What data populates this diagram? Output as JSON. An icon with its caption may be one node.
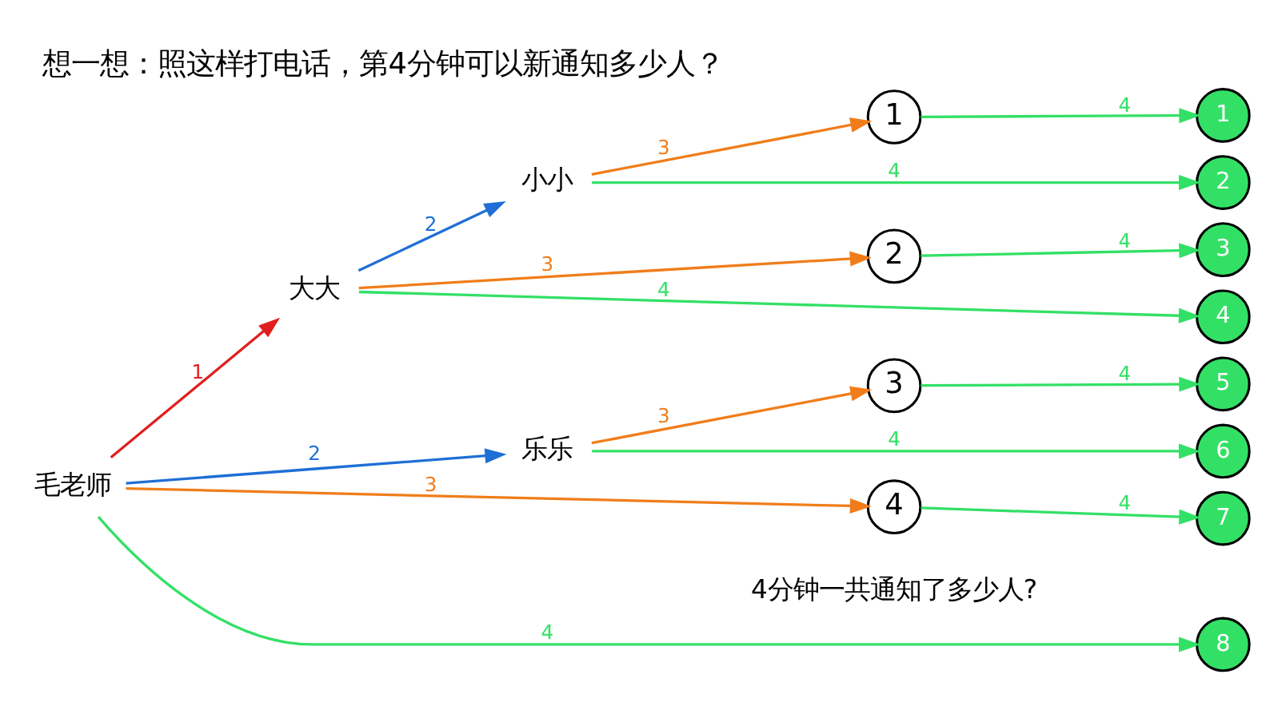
{
  "diagram": {
    "title": "想一想：照这样打电话，第4分钟可以新通知多少人？",
    "nodes": [
      {
        "text": [
          "毛老师"
        ]
      },
      {
        "text": [
          "大大"
        ]
      },
      {
        "text": [
          "小小"
        ]
      },
      {
        "text": [
          "乐乐"
        ]
      },
      {
        "text": [
          "1"
        ]
      },
      {
        "text": [
          "2"
        ]
      },
      {
        "text": [
          "3"
        ]
      },
      {
        "text": [
          "4"
        ]
      },
      {
        "text": [
          "1"
        ]
      },
      {
        "text": [
          "2"
        ]
      },
      {
        "text": [
          "3"
        ]
      },
      {
        "text": [
          "4"
        ]
      },
      {
        "text": [
          "5"
        ]
      },
      {
        "text": [
          "6"
        ]
      },
      {
        "text": [
          "7"
        ]
      },
      {
        "text": [
          "8"
        ]
      }
    ],
    "edges": [
      {
        "from": 0,
        "to": 1,
        "arrow": "to",
        "label": "1",
        "color": "#e02020"
      },
      {
        "from": 1,
        "to": 2,
        "arrow": "to",
        "label": "2",
        "color": "#1f6fd6"
      },
      {
        "from": 0,
        "to": 3,
        "arrow": "to",
        "label": "2",
        "color": "#1f6fd6"
      },
      {
        "from": 2,
        "to": 4,
        "arrow": "to",
        "label": "3",
        "color": "#f07d1a"
      },
      {
        "from": 1,
        "to": 5,
        "arrow": "to",
        "label": "3",
        "color": "#f07d1a"
      },
      {
        "from": 3,
        "to": 6,
        "arrow": "to",
        "label": "3",
        "color": "#f07d1a"
      },
      {
        "from": 0,
        "to": 7,
        "arrow": "to",
        "label": "3",
        "color": "#f07d1a"
      },
      {
        "from": 4,
        "to": 8,
        "arrow": "to",
        "label": "4"
      },
      {
        "from": 2,
        "to": 9,
        "arrow": "to",
        "label": "4"
      },
      {
        "from": 5,
        "to": 10,
        "arrow": "to",
        "label": "4"
      },
      {
        "from": 1,
        "to": 11,
        "arrow": "to",
        "label": "4"
      },
      {
        "from": 6,
        "to": 12,
        "arrow": "to",
        "label": "4"
      },
      {
        "from": 3,
        "to": 13,
        "arrow": "to",
        "label": "4"
      },
      {
        "from": 7,
        "to": 14,
        "arrow": "to",
        "label": "4"
      },
      {
        "from": 0,
        "to": 15,
        "arrow": "to",
        "label": "4"
      }
    ],
    "labels": [
      "4分钟一共通知了多少人?"
    ]
  }
}
